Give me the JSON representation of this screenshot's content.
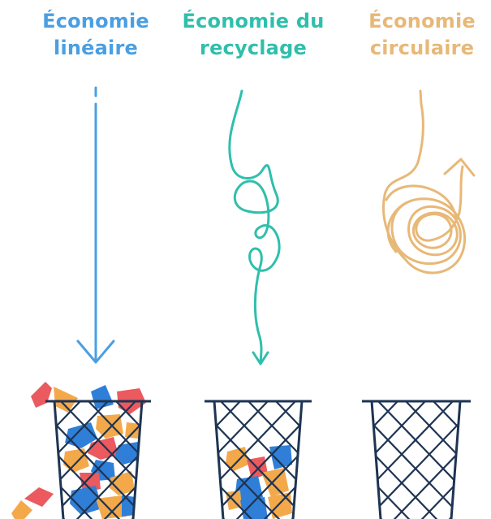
{
  "colors": {
    "lineaire": "#4a9fe3",
    "recyclage": "#2fbfac",
    "circulaire": "#e8b877",
    "basket": "#1e3452",
    "waste_blue": "#2f7fd8",
    "waste_red": "#ea5a5e",
    "waste_orange": "#f3a94a"
  },
  "titles": {
    "lineaire": [
      "Économie",
      "linéaire"
    ],
    "recyclage": [
      "Économie du",
      "recyclage"
    ],
    "circulaire": [
      "Économie",
      "circulaire"
    ]
  },
  "baskets": [
    {
      "id": "lineaire",
      "waste_level": "full"
    },
    {
      "id": "recyclage",
      "waste_level": "partial"
    },
    {
      "id": "circulaire",
      "waste_level": "empty"
    }
  ],
  "icons": {
    "arrow_lineaire": "straight-arrow-icon",
    "arrow_recyclage": "loop-arrow-icon",
    "arrow_circulaire": "scribble-circle-arrow-icon",
    "basket": "wastebasket-icon"
  }
}
